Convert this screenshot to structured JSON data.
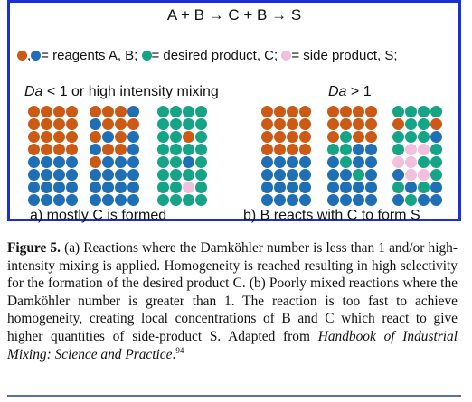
{
  "figure": {
    "equation": "A + B → C + B → S",
    "legend": {
      "sep": ",",
      "reagents_label": "= reagents A, B;",
      "desired_label": "= desired product, C;",
      "side_label": "= side product, S;"
    },
    "left_header": {
      "italic": "Da",
      "rest": " < 1 or high intensity mixing"
    },
    "right_header": {
      "italic": "Da",
      "rest": " > 1"
    },
    "left_sub": "a) mostly C is formed",
    "right_sub": "b) B reacts with C to form S",
    "colors": {
      "A": "#cc5a14",
      "B": "#1f6fb6",
      "C": "#15a486",
      "S": "#f2bfdc",
      "border": "#1a2fd6"
    },
    "grids": [
      [
        "AAAA",
        "AAAA",
        "AAAA",
        "AAAA",
        "BBBB",
        "BBBB",
        "BBBB",
        "BBBB"
      ],
      [
        "AAAB",
        "BAAA",
        "ABAB",
        "BAAB",
        "ABBB",
        "BBBB",
        "BBBB",
        "BBBB"
      ],
      [
        "CCCC",
        "CCCC",
        "CCAC",
        "CCCC",
        "CCBC",
        "CCCC",
        "CCSC",
        "CCCC"
      ],
      [
        "AAAA",
        "AAAA",
        "AAAA",
        "AAAA",
        "BBBB",
        "BBBB",
        "BBBB",
        "BBBB"
      ],
      [
        "AAAA",
        "AAAA",
        "ACAA",
        "CCBB",
        "BCBB",
        "BBCB",
        "BBBB",
        "BBBB"
      ],
      [
        "CCCC",
        "ACCA",
        "CCCB",
        "CSSC",
        "SSCC",
        "BSSC",
        "CBCB",
        "BCBB"
      ]
    ]
  },
  "caption": {
    "label": "Figure 5.",
    "text1": " (a) Reactions where the Damköhler number is less than 1 and/or high-intensity mixing is applied. Homogeneity is reached resulting in high selectivity for the formation of the desired product C. (b) Poorly mixed reactions where the Damköhler number is greater than 1. The reaction is too fast to achieve homogeneity, creating local concentrations of B and C which react to give higher quantities of side-product S. Adapted from ",
    "book": "Handbook of Industrial Mixing: Science and Practice",
    "period": ".",
    "ref": "94"
  }
}
